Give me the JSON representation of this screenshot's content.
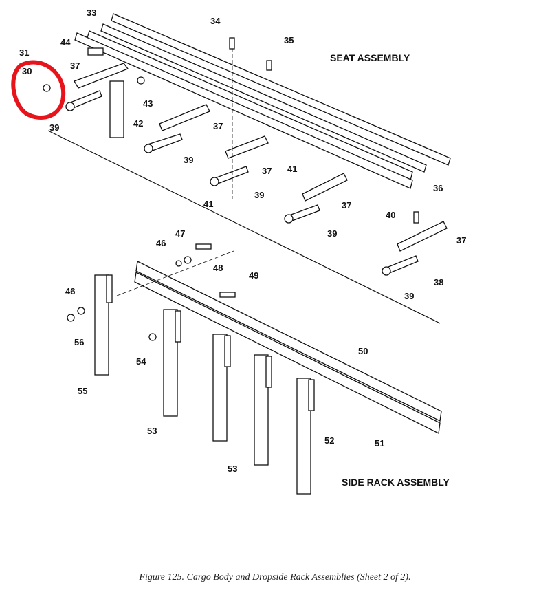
{
  "figure": {
    "caption": "Figure 125.  Cargo Body and Dropside Rack Assemblies (Sheet 2 of 2).",
    "sections": {
      "seat": "SEAT ASSEMBLY",
      "side_rack": "SIDE RACK ASSEMBLY"
    },
    "highlight_color": "#e8141c",
    "highlighted_item": "30",
    "callouts": [
      "33",
      "34",
      "35",
      "44",
      "31",
      "37",
      "30",
      "43",
      "42",
      "39",
      "37",
      "39",
      "37",
      "41",
      "36",
      "41",
      "39",
      "37",
      "40",
      "37",
      "39",
      "46",
      "47",
      "48",
      "38",
      "39",
      "49",
      "46",
      "56",
      "54",
      "50",
      "55",
      "53",
      "52",
      "51",
      "53"
    ]
  }
}
